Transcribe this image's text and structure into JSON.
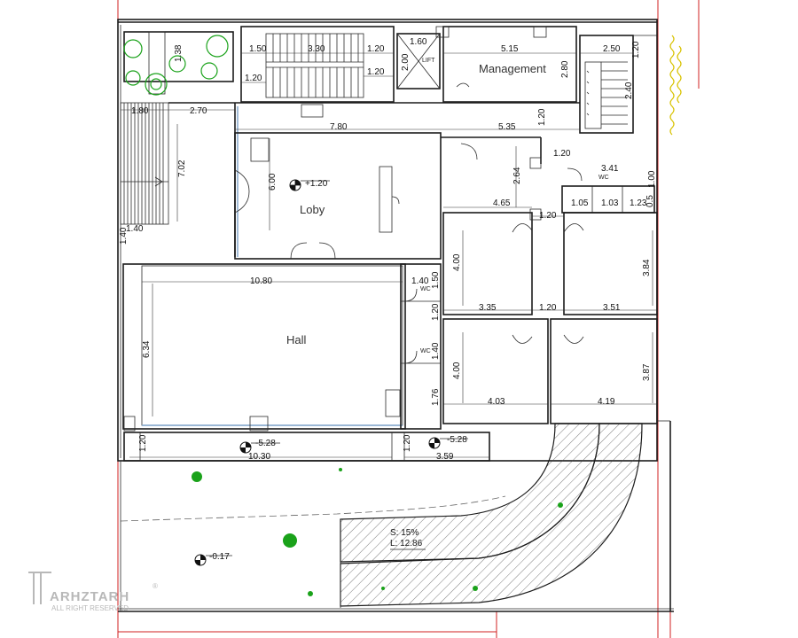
{
  "rooms": {
    "management": "Management",
    "loby": "Loby",
    "hall": "Hall",
    "lift": "LIFT",
    "wc_a": "WC",
    "wc_b": "WC",
    "wc_c": "WC"
  },
  "levels": {
    "loby": "+1.20",
    "south_left": "-5.28",
    "south_right": "-5.28",
    "yard": "-0.17"
  },
  "ramp": {
    "slope": "S: 15%",
    "length": "L: 12.86"
  },
  "dims": {
    "stair_top": "3.30",
    "stair_left": "1.50",
    "stair_right": "1.20",
    "stair_left2": "1.20",
    "stair_right2": "1.20",
    "lift_w": "1.60",
    "lift_h": "2.00",
    "mgmt_w": "5.15",
    "mgmt_h": "2.80",
    "mgmt_side": "1.20",
    "stair2_w": "2.50",
    "stair2_side": "1.20",
    "stair2_h": "2.40",
    "garden_h": "1.38",
    "left_strip": "1.80",
    "lobby_top": "2.70",
    "corridor": "7.80",
    "corridor2": "5.35",
    "vert_left": "7.02",
    "lobby_h": "6.00",
    "entry_h": "1.40",
    "entry_w": "1.40",
    "mid_h": "2.64",
    "mid_w": "4.65",
    "mid_gap": "1.20",
    "e_stair_gap": "1.20",
    "e_w": "3.41",
    "e_side": "1.00",
    "wc_w1": "1.05",
    "wc_w2": "1.03",
    "wc_w3": "1.23",
    "wc_s": "0.5",
    "hall_w": "10.80",
    "hall_h": "6.34",
    "wc_side_w": "1.40",
    "wc_side_h": "1.50",
    "wc_side_h2": "1.20",
    "wc_side_h3": "1.40",
    "wc_side_h4": "1.76",
    "office_a_h": "4.00",
    "office_a_w": "3.35",
    "office_gap": "1.20",
    "office_b_w": "3.51",
    "office_b_h": "3.84",
    "office_c_h": "4.00",
    "office_c_w": "4.03",
    "office_d_w": "4.19",
    "office_d_h": "3.87",
    "south_a": "1.20",
    "south_b": "10.30",
    "south_c": "1.20",
    "south_d": "3.59"
  },
  "watermark": {
    "brand": "ARHZTARH",
    "reg": "®",
    "sub": "ALL RIGHT RESERVED"
  },
  "colors": {
    "wall": "#1c1c1c",
    "grid_red": "#d02020",
    "tree_green": "#1aa21a",
    "glass_blue": "#7aa0c8"
  }
}
